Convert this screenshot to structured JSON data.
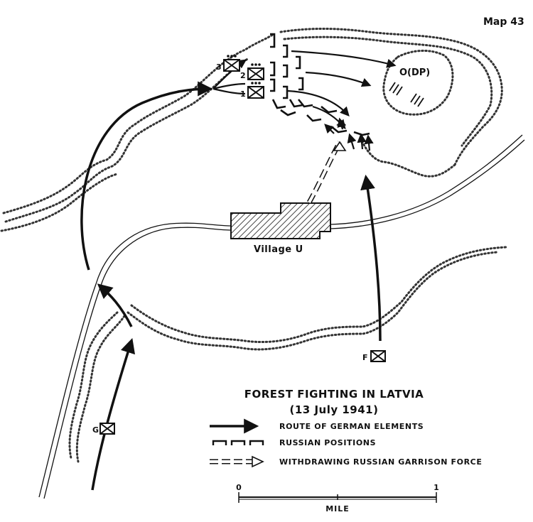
{
  "map_number": "Map 43",
  "title_line1": "FOREST FIGHTING IN LATVIA",
  "title_line2": "(13 July 1941)",
  "place_labels": {
    "village": "Village U",
    "dp": "O(DP)"
  },
  "unit_labels": {
    "unit_1": "1",
    "unit_2": "2",
    "unit_3": "3",
    "unit_f": "F",
    "unit_g": "G"
  },
  "legend": {
    "route": "Route of German elements",
    "russian_positions": "Russian positions",
    "withdrawing": "Withdrawing Russian garrison force"
  },
  "scale": {
    "start": "0",
    "end": "1",
    "unit": "MILE"
  },
  "colors": {
    "ink": "#111111",
    "paper": "#ffffff"
  }
}
